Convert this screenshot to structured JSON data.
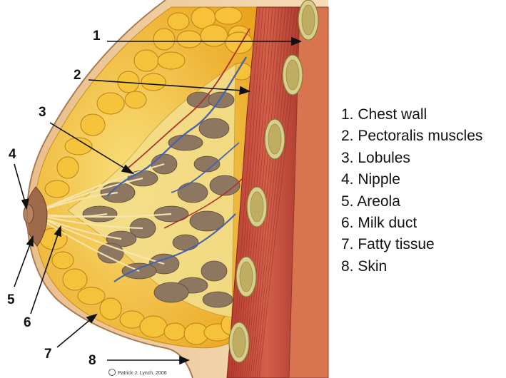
{
  "legend": [
    {
      "number": "1",
      "text": "1. Chest wall"
    },
    {
      "number": "2",
      "text": "2. Pectoralis muscles"
    },
    {
      "number": "3",
      "text": "3. Lobules"
    },
    {
      "number": "4",
      "text": "4. Nipple"
    },
    {
      "number": "5",
      "text": "5. Areola"
    },
    {
      "number": "6",
      "text": "6. Milk duct"
    },
    {
      "number": "7",
      "text": "7. Fatty tissue"
    },
    {
      "number": "8",
      "text": "8. Skin"
    }
  ],
  "credit": "Patrick J. Lynch, 2006",
  "colors": {
    "skin": "#f1cfa3",
    "fat": "#f2b52a",
    "fat_light": "#f8d35c",
    "lobule": "#8a7560",
    "muscle": "#c2493a",
    "rib": "#c9bf7a",
    "vein": "#4a63a8",
    "artery": "#b0302a"
  }
}
